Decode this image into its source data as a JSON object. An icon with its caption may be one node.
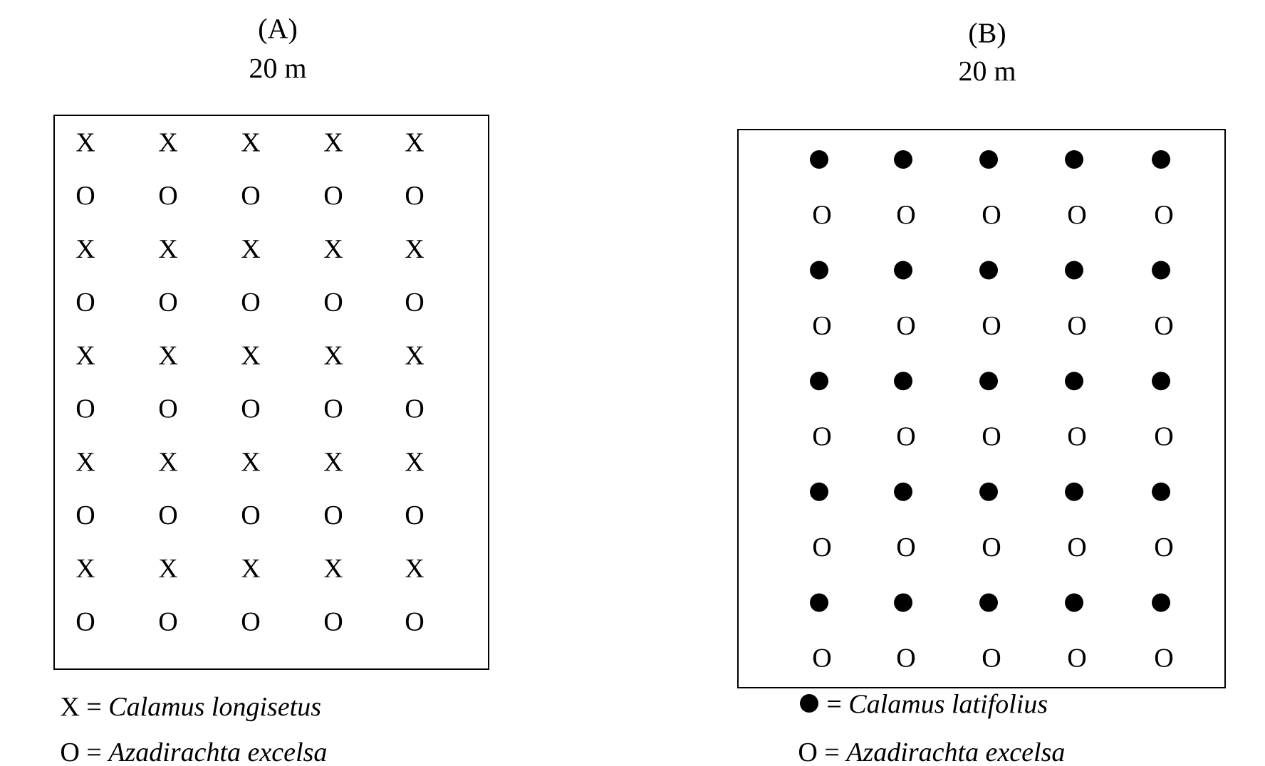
{
  "diagram": {
    "nodes": [
      {
        "text": [
          "(A)",
          "20 m"
        ]
      },
      {
        "text": [
          "(B)",
          "20 m"
        ]
      }
    ],
    "labels": [
      "X",
      "X",
      "X",
      "X",
      "X",
      "O",
      "O",
      "O",
      "O",
      "O",
      "X",
      "X",
      "X",
      "X",
      "X",
      "O",
      "O",
      "O",
      "O",
      "O",
      "X",
      "X",
      "X",
      "X",
      "X",
      "O",
      "O",
      "O",
      "O",
      "O",
      "X",
      "X",
      "X",
      "X",
      "X",
      "O",
      "O",
      "O",
      "O",
      "O",
      "X",
      "X",
      "X",
      "X",
      "X",
      "O",
      "O",
      "O",
      "O",
      "O",
      "O",
      "O",
      "O",
      "O",
      "O",
      "O",
      "O",
      "O",
      "O",
      "O",
      "O",
      "O",
      "O",
      "O",
      "O",
      "O",
      "O",
      "O",
      "O",
      "O",
      "O",
      "O",
      "O",
      "O",
      "O"
    ],
    "legend": [
      {
        "text": "X = *Calamus longisetus*"
      },
      {
        "text": "O = *Azadirachta excelsa*"
      },
      {
        "text": "= *Calamus latifolius*"
      },
      {
        "text": "O = *Azadirachta excelsa*"
      }
    ]
  }
}
